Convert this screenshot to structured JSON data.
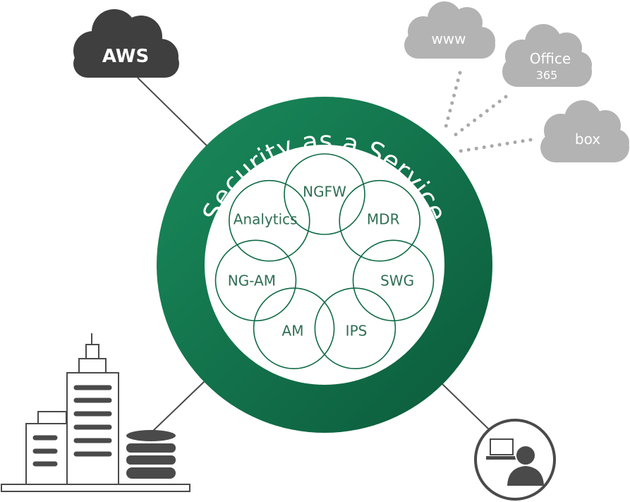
{
  "ring": {
    "title": "Security as a Service",
    "ring_color_light": "#1a8a5c",
    "ring_color_dark": "#0b5a3a",
    "inner_color": "#ffffff",
    "petal_color": "#0f6b45",
    "text_color": "#2f6e55"
  },
  "services": [
    {
      "id": "ngfw",
      "label": "NGFW"
    },
    {
      "id": "mdr",
      "label": "MDR"
    },
    {
      "id": "swg",
      "label": "SWG"
    },
    {
      "id": "ips",
      "label": "IPS"
    },
    {
      "id": "am",
      "label": "AM"
    },
    {
      "id": "ng-am",
      "label": "NG-AM"
    },
    {
      "id": "analytics",
      "label": "Analytics"
    }
  ],
  "clouds": {
    "aws": {
      "label": "AWS",
      "color": "#3f3f3f"
    },
    "www": {
      "label": "www",
      "color": "#b3b3b3"
    },
    "office": {
      "label": "Office",
      "sublabel": "365",
      "color": "#b3b3b3"
    },
    "box": {
      "label": "box",
      "color": "#b3b3b3"
    }
  },
  "icons": {
    "building": "office-building-icon",
    "database": "database-icon",
    "user": "remote-user-icon"
  },
  "colors": {
    "line": "#4a4a4a",
    "dots": "#a9a9a9",
    "building_fill": "#4a4a4a"
  }
}
